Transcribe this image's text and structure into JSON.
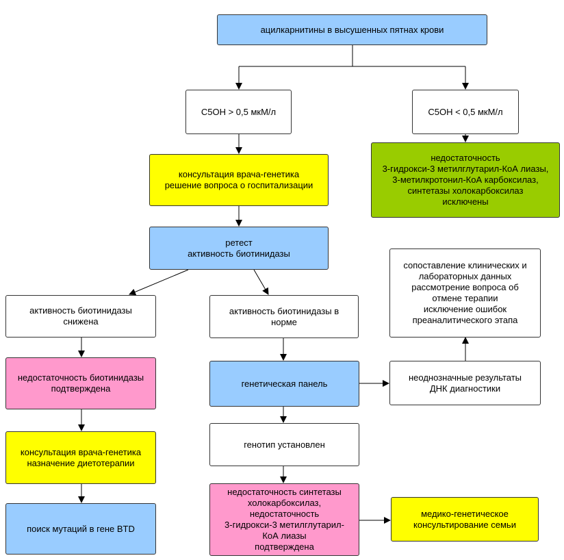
{
  "nodes": {
    "acylcarnitines": "ацилкарнитины в высушенных пятнах крови",
    "c5oh_high": "С5ОН > 0,5 мкМ/л",
    "c5oh_low": "С5ОН < 0,5 мкМ/л",
    "consult_hosp": "консультация врача-генетика\nрешение вопроса о госпитализации",
    "excluded": "недостаточность\n3-гидрокси-3 метилглутарил-КоА лиазы,\n3-метилкротонил-КоА карбоксилаз,\nсинтетазы холокарбоксилаз\nисключены",
    "retest": "ретест\nактивность биотинидазы",
    "biotinidase_low": "активность биотинидазы\nснижена",
    "biotinidase_normal": "активность биотинидазы в\nнорме",
    "comparison": "сопоставление клинических и\nлабораторных данных\nрассмотрение вопроса об\nотмене терапии\nисключение ошибок\nпреаналитического этапа",
    "deficiency_confirmed": "недостаточность биотинидазы\nподтверждена",
    "genetic_panel": "генетическая панель",
    "ambiguous": "неоднозначные результаты\nДНК диагностики",
    "consult_diet": "консультация врача-генетика\nназначение  диетотерапии",
    "genotype": "генотип установлен",
    "mutation_search": "поиск мутаций в гене BTD",
    "synthetase_confirmed": "недостаточность синтетазы\nхолокарбоксилаз,\nнедостаточность\n3-гидрокси-3 метилглутарил-\nКоА лиазы\nподтверждена",
    "family_counseling": "медико-генетическое\nконсультирование семьи"
  },
  "colors": {
    "blue": "#99CCFF",
    "white": "#FFFFFF",
    "yellow": "#FFFF00",
    "green": "#99CC00",
    "pink": "#FF99CC",
    "edge": "#000000"
  }
}
